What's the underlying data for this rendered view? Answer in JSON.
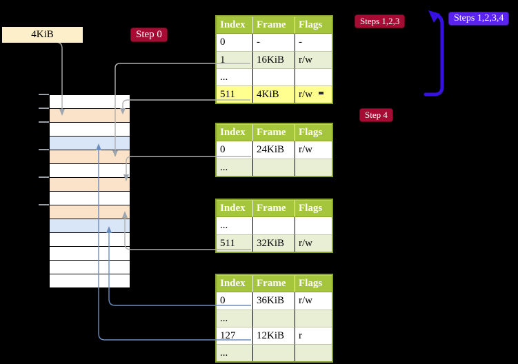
{
  "diagram": {
    "frame_size_label": "4KiB",
    "badges": {
      "step0": "Step 0",
      "steps123": "Steps 1,2,3",
      "steps1234": "Steps 1,2,3,4",
      "step4": "Step 4"
    }
  },
  "colors": {
    "header_green": "#a5c53c",
    "row_green": "#e9efd4",
    "row_white": "#ffffff",
    "highlight_yellow": "#feff8e",
    "table_border": "#8aa22f",
    "mem_peach": "#fbe3c9",
    "mem_blue": "#d9e6f7",
    "mem_white": "#ffffff",
    "badge_red": "#a60c33",
    "badge_blue": "#5a23f0",
    "arrow_blue": "#3711e2",
    "connector_gray": "#b0b0b0",
    "connector_blue": "#6c8ebf",
    "frame_label_bg": "#fcefca"
  },
  "memory": {
    "rows": [
      "white",
      "peach",
      "white",
      "blue",
      "peach",
      "white",
      "peach",
      "white",
      "peach",
      "blue",
      "white",
      "white",
      "white",
      "white"
    ]
  },
  "tables": [
    {
      "name": "page-table-1",
      "headers": [
        "Index",
        "Frame",
        "Flags"
      ],
      "rows": [
        {
          "cells": [
            "0",
            "-",
            "-"
          ],
          "shade": "white"
        },
        {
          "cells": [
            "1",
            "16KiB",
            "r/w"
          ],
          "shade": "green"
        },
        {
          "cells": [
            "...",
            "",
            ""
          ],
          "shade": "white"
        },
        {
          "cells": [
            "511",
            "4KiB",
            "r/w"
          ],
          "shade": "green",
          "highlight": true
        }
      ]
    },
    {
      "name": "page-table-2",
      "headers": [
        "Index",
        "Frame",
        "Flags"
      ],
      "rows": [
        {
          "cells": [
            "0",
            "24KiB",
            "r/w"
          ],
          "shade": "white"
        },
        {
          "cells": [
            "...",
            "",
            ""
          ],
          "shade": "green"
        }
      ]
    },
    {
      "name": "page-table-3",
      "headers": [
        "Index",
        "Frame",
        "Flags"
      ],
      "rows": [
        {
          "cells": [
            "...",
            "",
            ""
          ],
          "shade": "white"
        },
        {
          "cells": [
            "511",
            "32KiB",
            "r/w"
          ],
          "shade": "green"
        }
      ]
    },
    {
      "name": "page-table-4",
      "headers": [
        "Index",
        "Frame",
        "Flags"
      ],
      "rows": [
        {
          "cells": [
            "0",
            "36KiB",
            "r/w"
          ],
          "shade": "white"
        },
        {
          "cells": [
            "...",
            "",
            ""
          ],
          "shade": "green"
        },
        {
          "cells": [
            "127",
            "12KiB",
            "r"
          ],
          "shade": "white"
        },
        {
          "cells": [
            "...",
            "",
            ""
          ],
          "shade": "green"
        }
      ]
    }
  ]
}
